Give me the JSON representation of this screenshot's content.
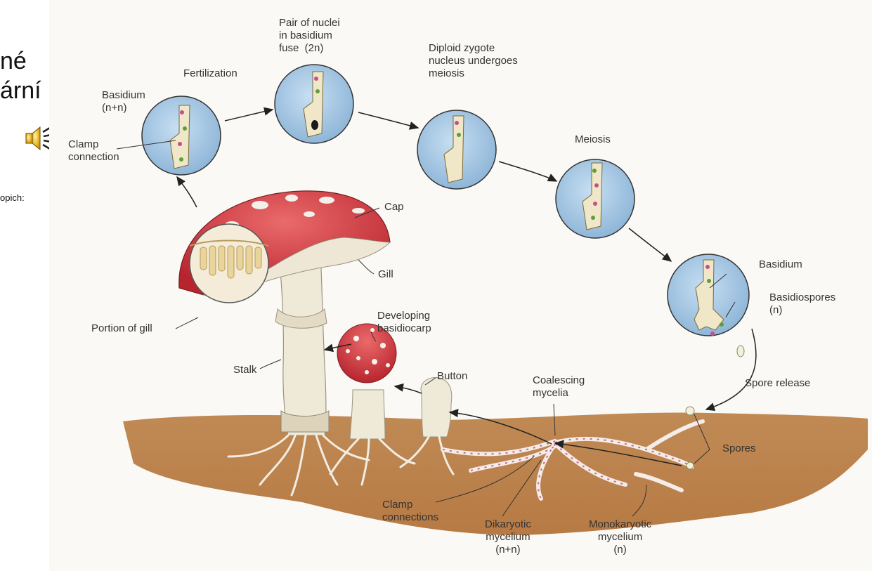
{
  "slide": {
    "title_line1": "né",
    "title_line2": "ární",
    "small_text": "opich:",
    "speaker_icon": "speaker-icon"
  },
  "diagram": {
    "stages": {
      "basidium": "Basidium\n(n+n)",
      "fertilization": "Fertilization",
      "fuse": "Pair of nuclei\nin basidium\nfuse  (2n)",
      "zygote": "Diploid zygote\nnucleus undergoes\nmeiosis",
      "meiosis": "Meiosis"
    },
    "labels": {
      "clamp_connection": "Clamp\nconnection",
      "cap": "Cap",
      "gill": "Gill",
      "portion_of_gill": "Portion of gill",
      "basidium_right": "Basidium",
      "basidiospores": "Basidiospores\n(n)",
      "developing_basidiocarp": "Developing\nbasidiocarp",
      "stalk": "Stalk",
      "button": "Button",
      "coalescing_mycelia": "Coalescing\nmycelia",
      "spore_release": "Spore release",
      "spores": "Spores",
      "clamp_connections": "Clamp\nconnections",
      "dikaryotic": "Dikaryotic\nmycelium\n(n+n)",
      "monokaryotic": "Monokaryotic\nmycelium\n(n)"
    }
  }
}
